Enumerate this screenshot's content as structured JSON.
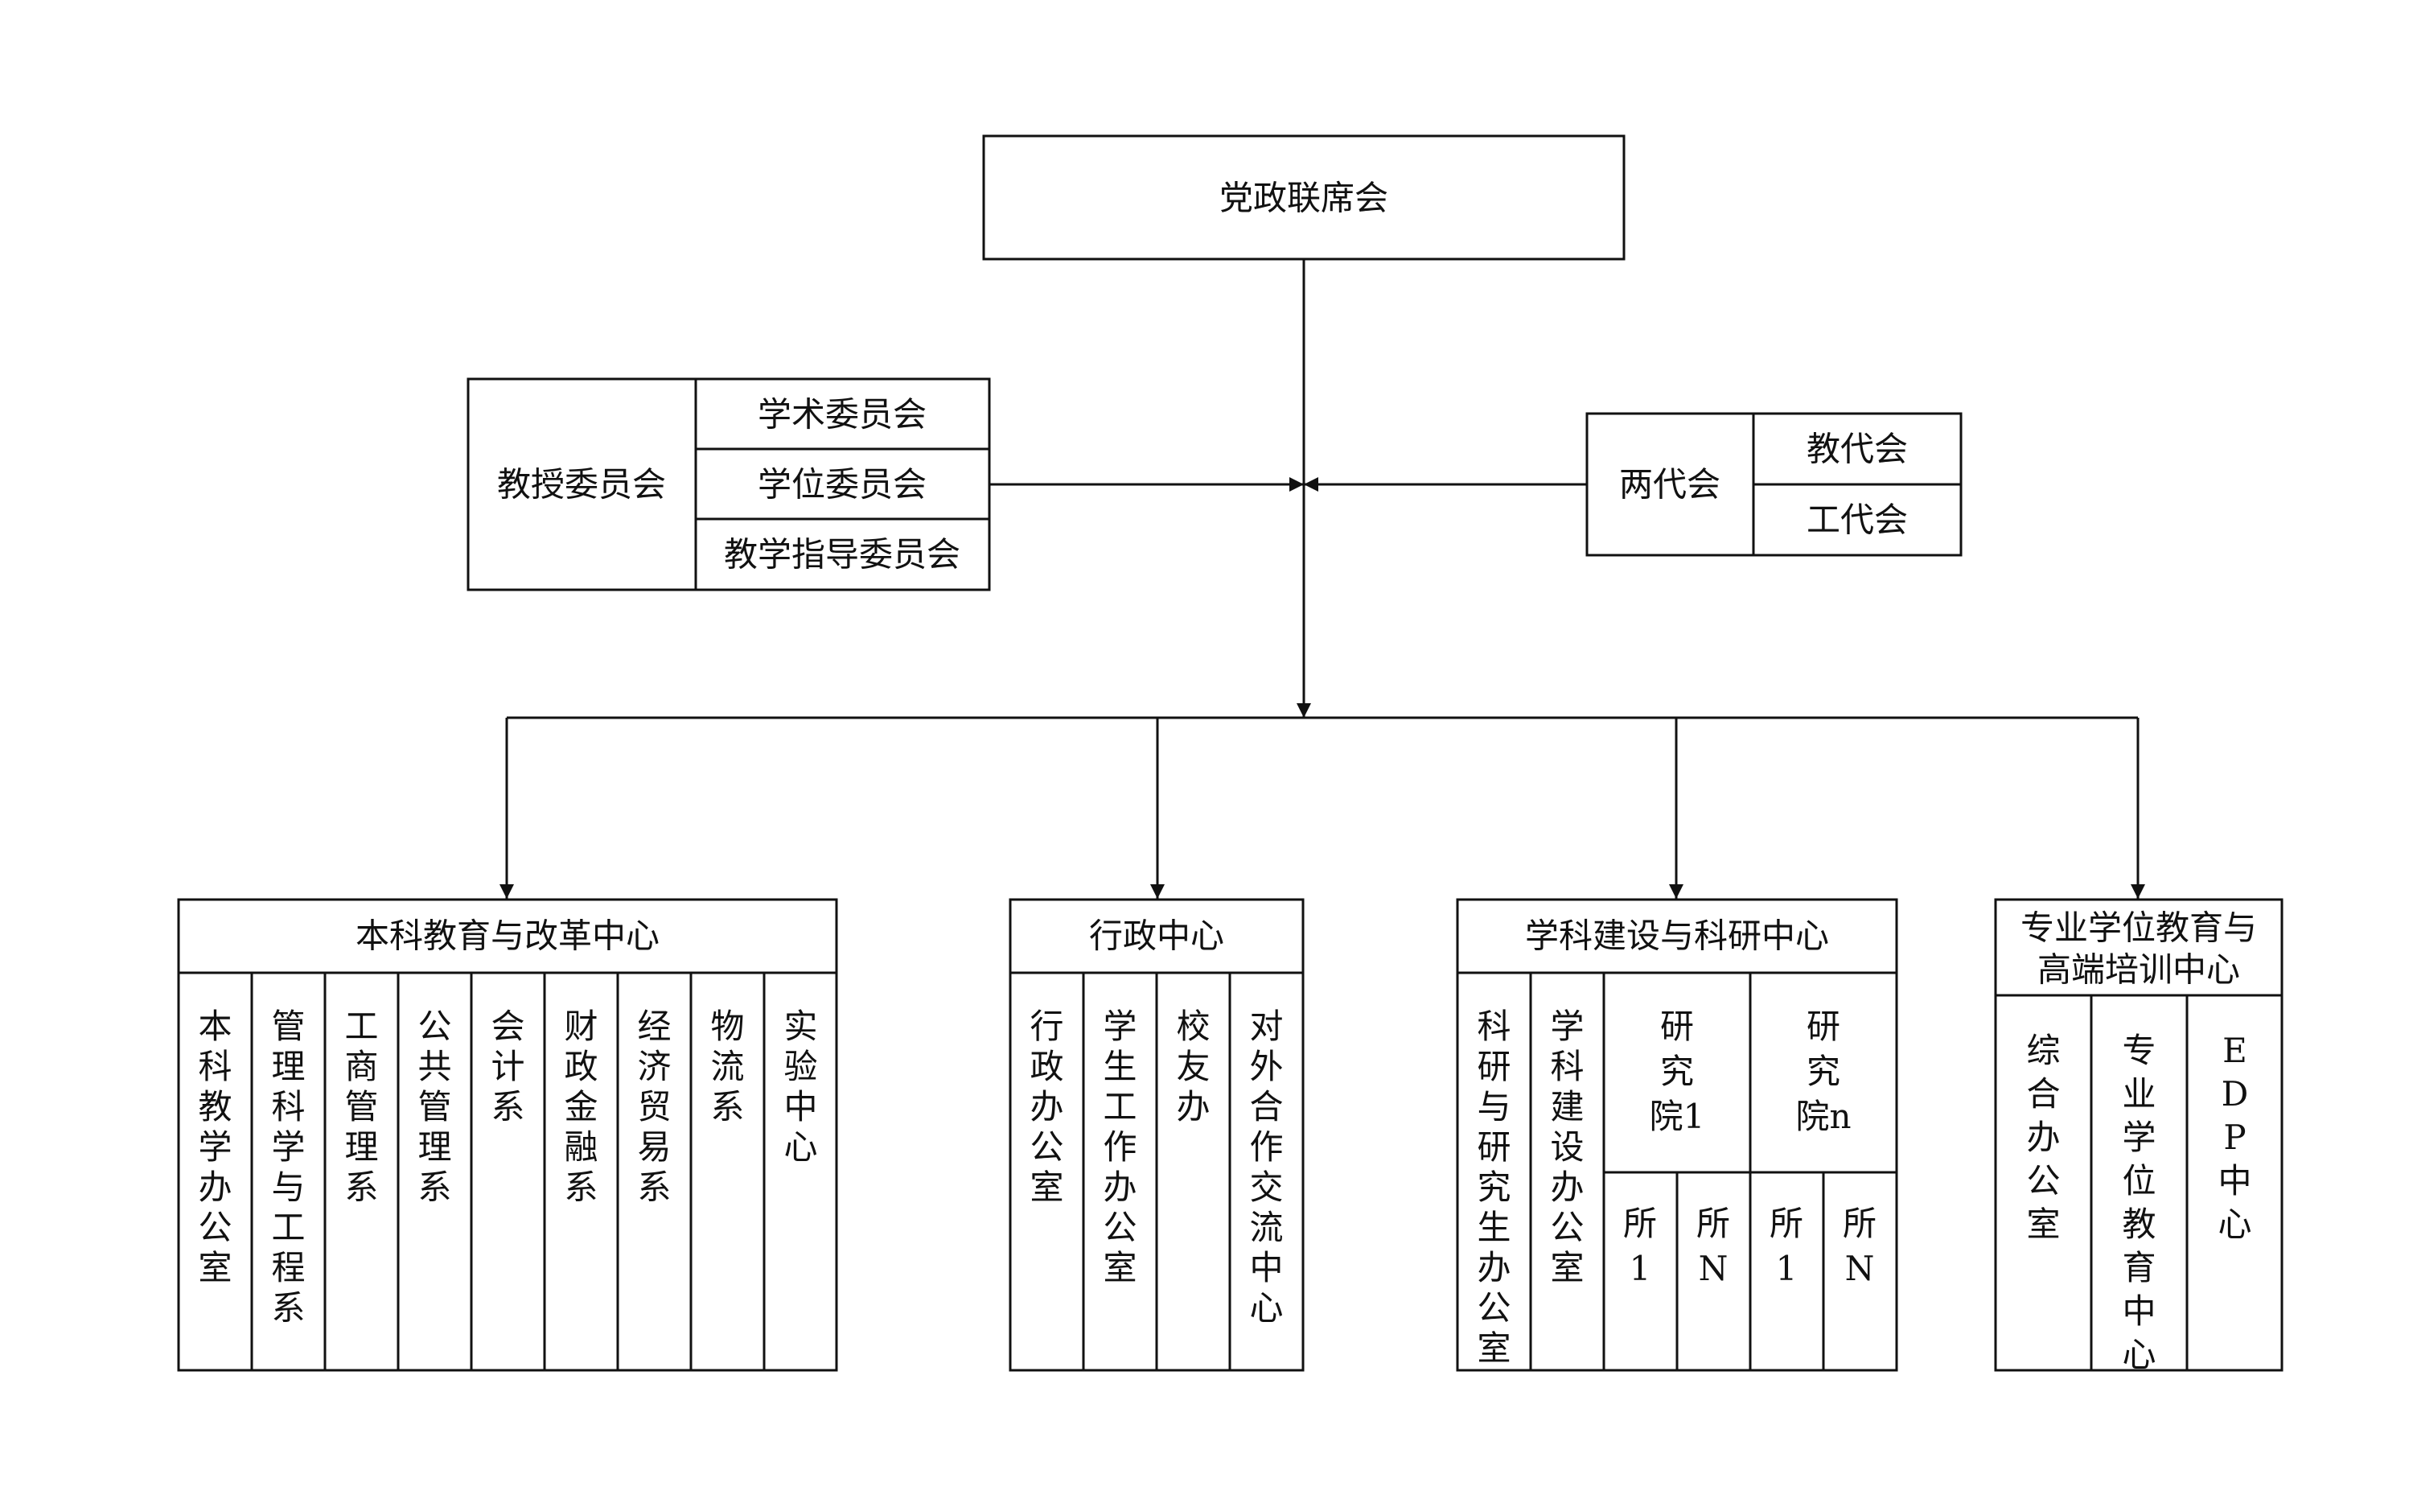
{
  "top": {
    "label": "党政联席会"
  },
  "left_group": {
    "label": "教授委员会",
    "items": [
      "学术委员会",
      "学位委员会",
      "教学指导委员会"
    ]
  },
  "right_group": {
    "label": "两代会",
    "items": [
      "教代会",
      "工代会"
    ]
  },
  "centers": [
    {
      "title": "本科教育与改革中心",
      "units": [
        "本科教学办公室",
        "管理科学与工程系",
        "工商管理系",
        "公共管理系",
        "会计系",
        "财政金融系",
        "经济贸易系",
        "物流系",
        "实验中心"
      ]
    },
    {
      "title": "行政中心",
      "units": [
        "行政办公室",
        "学生工作办公室",
        "校友办",
        "对外合作交流中心"
      ]
    },
    {
      "title": "学科建设与科研中心",
      "units": [
        "科研与研究生办公室",
        "学科建设办公室"
      ],
      "institutes": [
        {
          "name": [
            "研",
            "究",
            "院1"
          ],
          "subs": [
            [
              "所",
              "1"
            ],
            [
              "所",
              "N"
            ]
          ]
        },
        {
          "name": [
            "研",
            "究",
            "院n"
          ],
          "subs": [
            [
              "所",
              "1"
            ],
            [
              "所",
              "N"
            ]
          ]
        }
      ]
    },
    {
      "title_lines": [
        "专业学位教育与",
        "高端培训中心"
      ],
      "units": [
        "综合办公室",
        "专业学位教育中心",
        "EDP中心"
      ]
    }
  ]
}
